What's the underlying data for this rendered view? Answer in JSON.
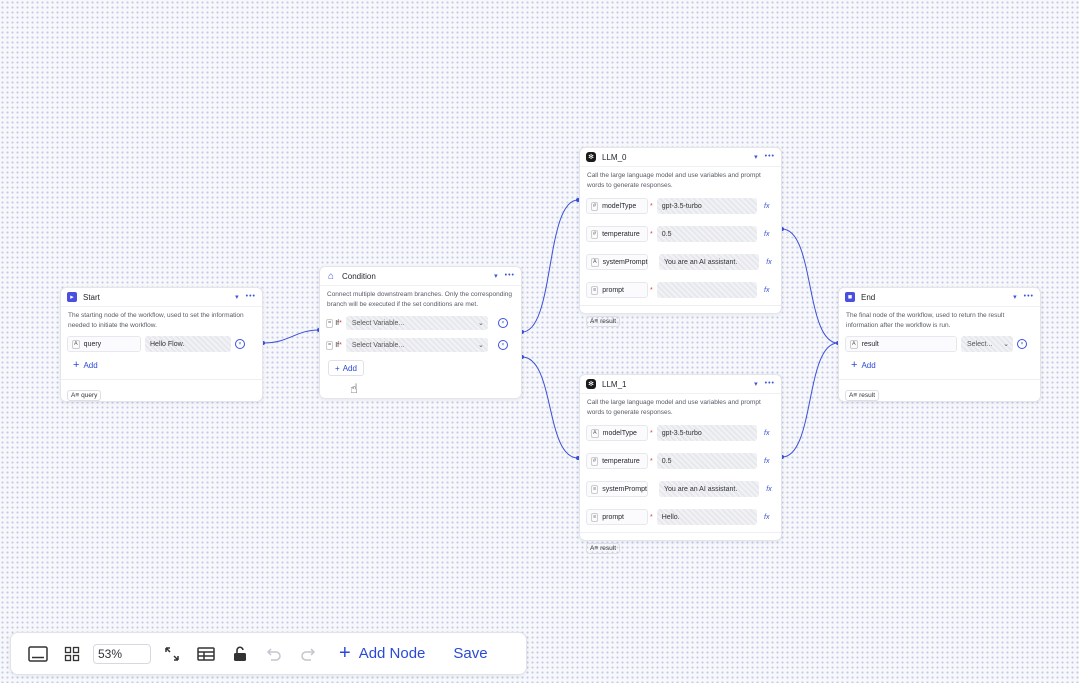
{
  "colors": {
    "accent": "#3b53d9",
    "edge": "#3b4fd6",
    "required": "#e03a3a"
  },
  "nodes": {
    "start": {
      "title": "Start",
      "description": "The starting node of the workflow, used to set the information needed to initiate the workflow.",
      "fields": [
        {
          "name": "query",
          "value": "Hello Flow."
        }
      ],
      "add_label": "Add",
      "outputs": [
        "query"
      ]
    },
    "condition": {
      "title": "Condition",
      "description": "Connect multiple downstream branches. Only the corresponding branch will be executed if the set conditions are met.",
      "branches": [
        {
          "if_label": "If",
          "placeholder": "Select Variable..."
        },
        {
          "if_label": "If",
          "placeholder": "Select Variable..."
        }
      ],
      "add_label": "Add"
    },
    "llm0": {
      "title": "LLM_0",
      "description": "Call the large language model and use variables and prompt words to generate responses.",
      "fields": [
        {
          "name": "modelType",
          "value": "gpt-3.5-turbo",
          "required": true
        },
        {
          "name": "temperature",
          "value": "0.5",
          "required": true
        },
        {
          "name": "systemPrompt",
          "value": "You are an AI assistant.",
          "required": false
        },
        {
          "name": "prompt",
          "value": "",
          "required": true
        }
      ],
      "outputs": [
        "result"
      ]
    },
    "llm1": {
      "title": "LLM_1",
      "description": "Call the large language model and use variables and prompt words to generate responses.",
      "fields": [
        {
          "name": "modelType",
          "value": "gpt-3.5-turbo",
          "required": true
        },
        {
          "name": "temperature",
          "value": "0.5",
          "required": true
        },
        {
          "name": "systemPrompt",
          "value": "You are an AI assistant.",
          "required": false
        },
        {
          "name": "prompt",
          "value": "Hello.",
          "required": true
        }
      ],
      "outputs": [
        "result"
      ]
    },
    "end": {
      "title": "End",
      "description": "The final node of the workflow, used to return the result information after the workflow is run.",
      "fields": [
        {
          "name": "result",
          "value": "Select..."
        }
      ],
      "add_label": "Add",
      "outputs": [
        "result"
      ]
    }
  },
  "toolbar": {
    "zoom": "53%",
    "add_node_label": "Add Node",
    "save_label": "Save",
    "icons": [
      "minimap-icon",
      "layout-grid-icon",
      "fit-view-icon",
      "table-icon",
      "unlock-icon",
      "undo-icon",
      "redo-icon"
    ]
  }
}
